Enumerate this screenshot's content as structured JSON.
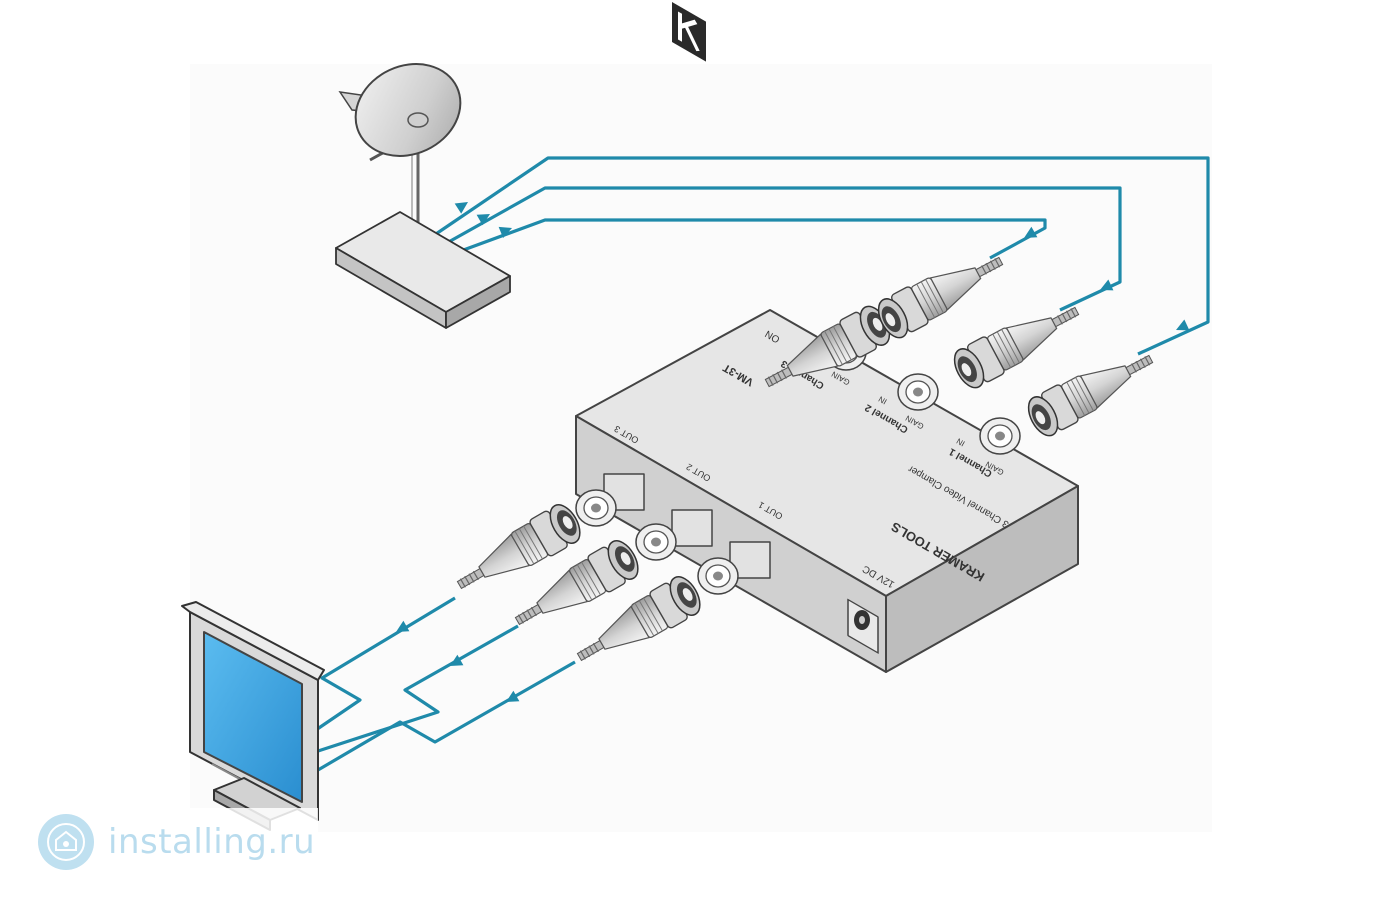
{
  "device": {
    "brand": "KRAMER TOOLS",
    "model": "VM-3T",
    "description": "3 Channel Video Clamper",
    "power_label": "12V DC",
    "channels": [
      {
        "name": "Channel 1",
        "in": "IN",
        "gain": "GAIN"
      },
      {
        "name": "Channel 2",
        "in": "IN",
        "gain": "GAIN"
      },
      {
        "name": "Channel 3",
        "in": "IN",
        "gain": "GAIN"
      }
    ],
    "top_right_label": "ON",
    "outputs": [
      "OUT 1",
      "OUT 2",
      "OUT 3"
    ]
  },
  "watermark": {
    "text": "installing.ru"
  },
  "colors": {
    "cable": "#1f8aaa",
    "device_body": "#e6e6e6",
    "device_edge": "#555555",
    "screen": "#3aa7e0",
    "dish": "#d8d8d8"
  },
  "icons": [
    "satellite-dish-icon",
    "receiver-box-icon",
    "monitor-icon",
    "bnc-connector-icon",
    "kramer-logo-icon"
  ]
}
